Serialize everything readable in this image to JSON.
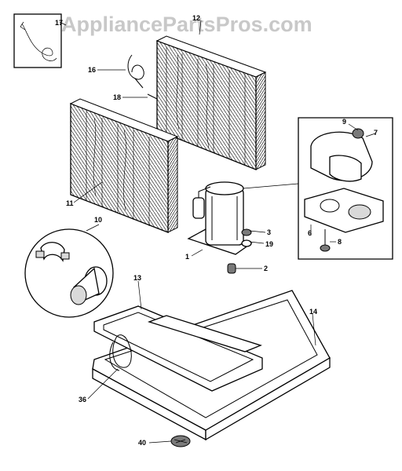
{
  "watermark": "AppliancePartsPros.com",
  "callouts": {
    "c17": "17",
    "c12": "12",
    "c16": "16",
    "c18": "18",
    "c11": "11",
    "c9": "9",
    "c7": "7",
    "c10": "10",
    "c3": "3",
    "c19": "19",
    "c1": "1",
    "c6": "6",
    "c8": "8",
    "c2": "2",
    "c13": "13",
    "c14": "14",
    "c36": "36",
    "c40": "40"
  }
}
